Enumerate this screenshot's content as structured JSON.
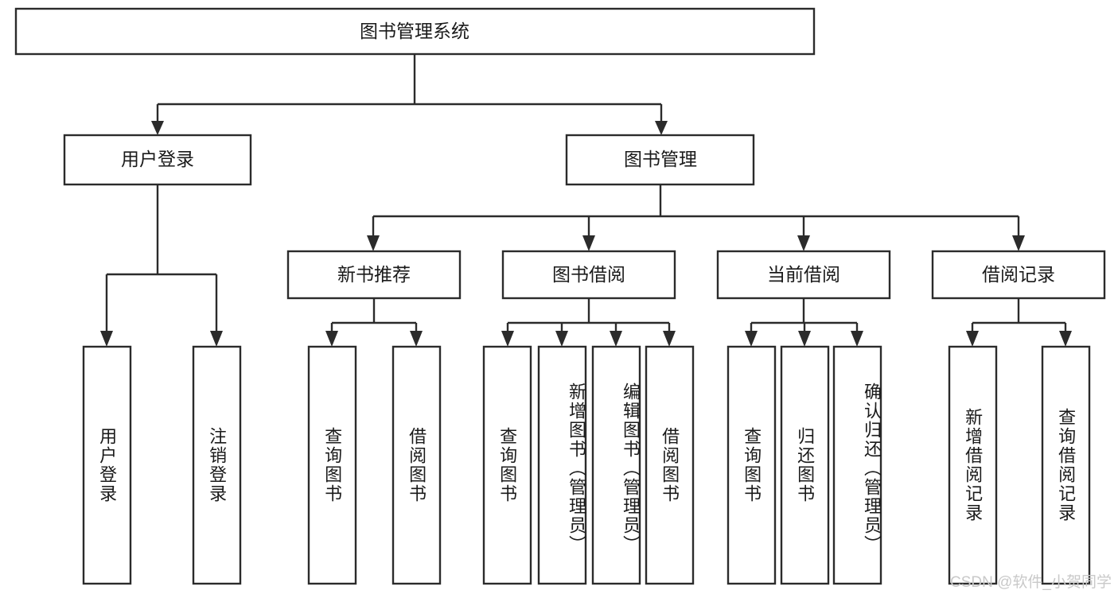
{
  "diagram": {
    "type": "tree",
    "title": "图书管理系统",
    "root": {
      "label": "图书管理系统"
    },
    "level2": [
      {
        "label": "用户登录"
      },
      {
        "label": "图书管理"
      }
    ],
    "level3": [
      {
        "label": "新书推荐"
      },
      {
        "label": "图书借阅"
      },
      {
        "label": "当前借阅"
      },
      {
        "label": "借阅记录"
      }
    ],
    "leaves": {
      "user_login": [
        {
          "label": "用户登录"
        },
        {
          "label": "注销登录"
        }
      ],
      "new_book_recommend": [
        {
          "label": "查询图书"
        },
        {
          "label": "借阅图书"
        }
      ],
      "book_borrow": [
        {
          "label": "查询图书"
        },
        {
          "label": "新增图书（管理员）"
        },
        {
          "label": "编辑图书（管理员）"
        },
        {
          "label": "借阅图书"
        }
      ],
      "current_borrow": [
        {
          "label": "查询图书"
        },
        {
          "label": "归还图书"
        },
        {
          "label": "确认归还（管理员）"
        }
      ],
      "borrow_record": [
        {
          "label": "新增借阅记录"
        },
        {
          "label": "查询借阅记录"
        }
      ]
    }
  },
  "watermark": {
    "text": "CSDN @软件_小贺同学"
  },
  "colors": {
    "stroke": "#2b2b2b",
    "fill": "#ffffff",
    "text": "#1a1a1a",
    "watermark": "#c9c9c9"
  }
}
